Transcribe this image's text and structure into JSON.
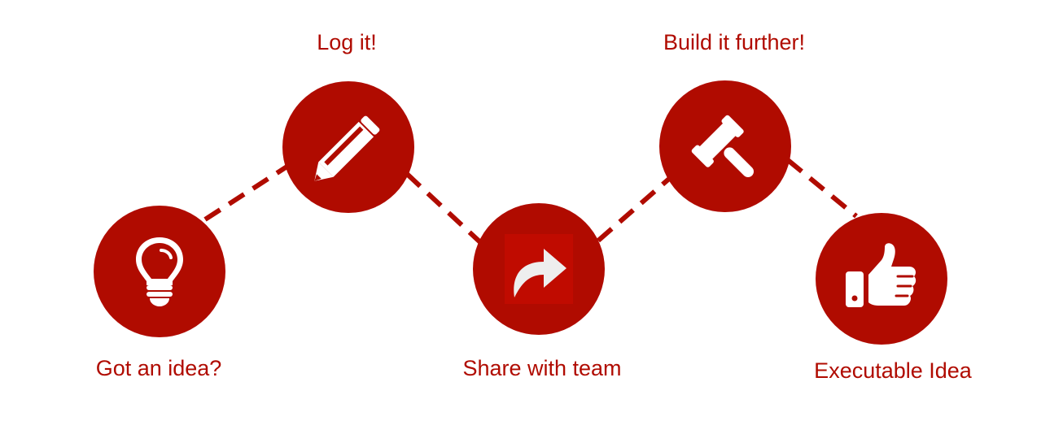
{
  "colors": {
    "accent": "#b00b00",
    "icon": "#ffffff",
    "share_icon": "#eeeeee",
    "share_icon_bg": "#c00b00"
  },
  "steps": [
    {
      "label": "Got an idea?",
      "icon": "lightbulb-icon"
    },
    {
      "label": "Log it!",
      "icon": "pencil-icon"
    },
    {
      "label": "Share with team",
      "icon": "share-arrow-icon"
    },
    {
      "label": "Build it further!",
      "icon": "gavel-icon"
    },
    {
      "label": "Executable Idea",
      "icon": "thumbs-up-icon"
    }
  ]
}
